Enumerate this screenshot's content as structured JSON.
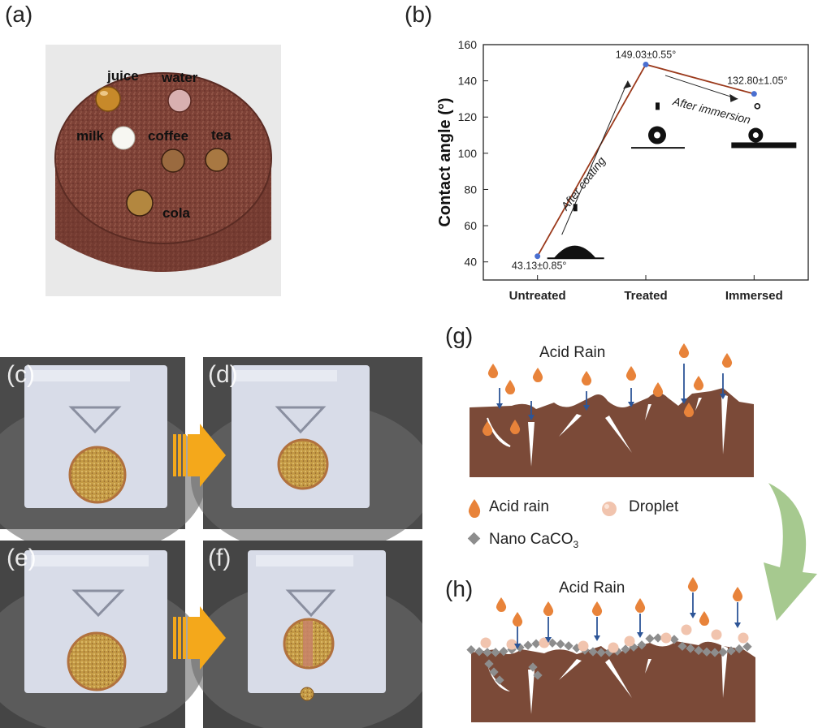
{
  "panels": {
    "a": {
      "letter": "(a)",
      "drops": [
        {
          "label": "juice"
        },
        {
          "label": "water"
        },
        {
          "label": "milk"
        },
        {
          "label": "coffee"
        },
        {
          "label": "tea"
        },
        {
          "label": "cola"
        }
      ]
    },
    "b": {
      "letter": "(b)"
    },
    "c": {
      "letter": "(c)"
    },
    "d": {
      "letter": "(d)"
    },
    "e": {
      "letter": "(e)"
    },
    "f": {
      "letter": "(f)"
    },
    "g": {
      "letter": "(g)",
      "title": "Acid Rain"
    },
    "h": {
      "letter": "(h)",
      "title": "Acid Rain"
    }
  },
  "legend": {
    "acid_rain": "Acid rain",
    "droplet": "Droplet",
    "nano_prefix": "Nano CaCO",
    "nano_sub": "3"
  },
  "colors": {
    "stone": "#7a3e33",
    "soil": "#7b4a38",
    "acid_drop": "#e8833a",
    "droplet": "#f1c4ae",
    "caco3": "#8d8d8d",
    "arrow_blue": "#2d5597",
    "arrow_orange": "#f4a81b",
    "curve_arrow_green": "#a6c98f",
    "line": "#9b3a1c",
    "marker": "#4a6fd0"
  },
  "chart_data": {
    "type": "line",
    "categories": [
      "Untreated",
      "Treated",
      "Immersed"
    ],
    "values": [
      43.13,
      149.03,
      132.8
    ],
    "point_labels": [
      "43.13±0.85°",
      "149.03±0.55°",
      "132.80±1.05°"
    ],
    "ylabel": "Contact angle (°)",
    "xlabel": "",
    "ylim": [
      30,
      160
    ],
    "yticks": [
      40,
      60,
      80,
      100,
      120,
      140,
      160
    ],
    "annotations": [
      "After coating",
      "After immersion"
    ]
  }
}
